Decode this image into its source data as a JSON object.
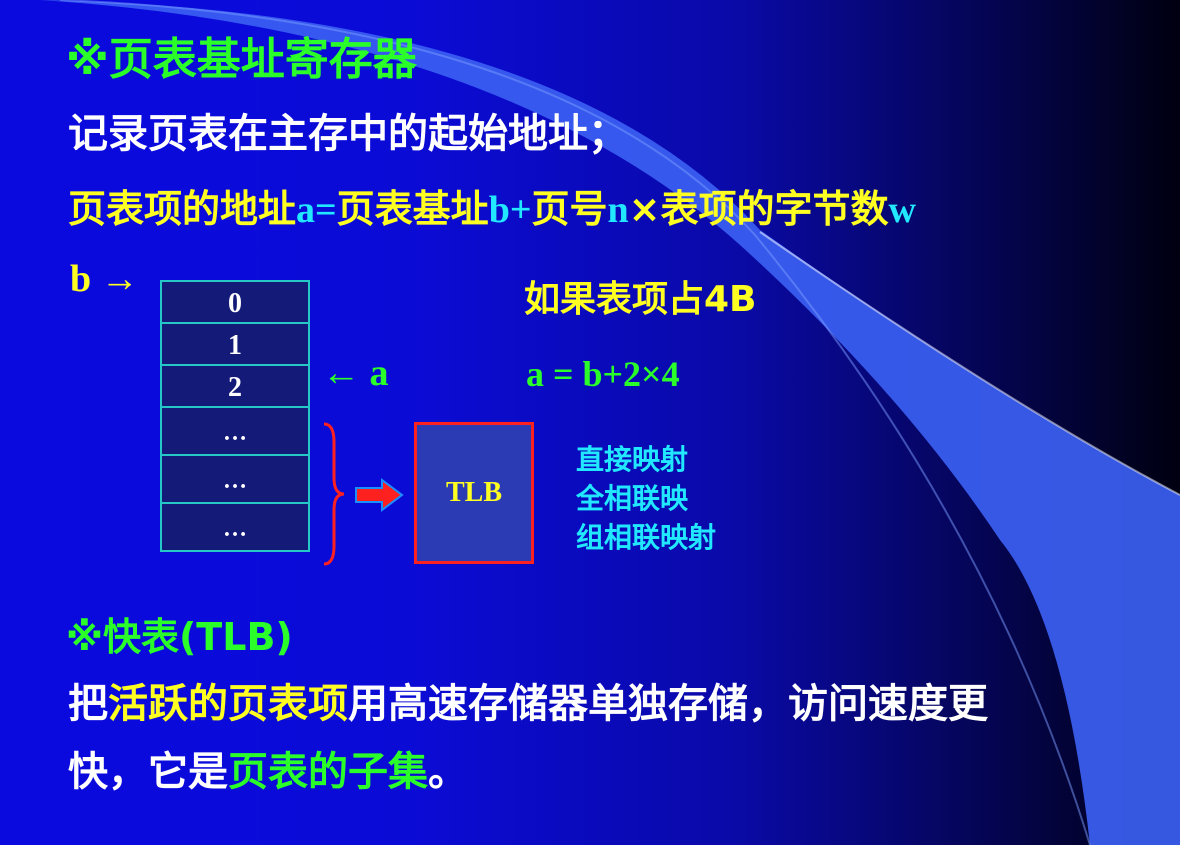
{
  "slide": {
    "title": "※页表基址寄存器",
    "line1": "记录页表在主存中的起始地址；",
    "formula_line": {
      "p1": "页表项的地址",
      "p2": "a=",
      "p3": "页表基址",
      "p4": "b+",
      "p5": "页号",
      "p6": "n",
      "p7": "×表项的字节数",
      "p8": "w"
    },
    "b_pointer": "b →",
    "a_pointer": "← a",
    "page_table_rows": [
      "0",
      "1",
      "2",
      "…",
      "…",
      "…"
    ],
    "condition": "如果表项占4B",
    "example": "a = b+2×4",
    "tlb_label": "TLB",
    "mapping_methods": [
      "直接映射",
      "全相联映",
      "组相联映射"
    ],
    "tlb_title": "※快表(TLB)",
    "tlb_desc": {
      "p1": "把",
      "p2": "活跃的页表项",
      "p3": "用高速存储器单独存储，访问速度更",
      "p4": "快，它是",
      "p5": "页表的子集",
      "p6": "。"
    },
    "colors": {
      "background": "#0a0adf",
      "title_green": "#2aff2a",
      "yellow": "#ffff22",
      "cyan": "#22e8ff",
      "cell_border": "#25c7c7",
      "tlb_border": "#ff2020",
      "arrow_red": "#ff2020"
    }
  }
}
